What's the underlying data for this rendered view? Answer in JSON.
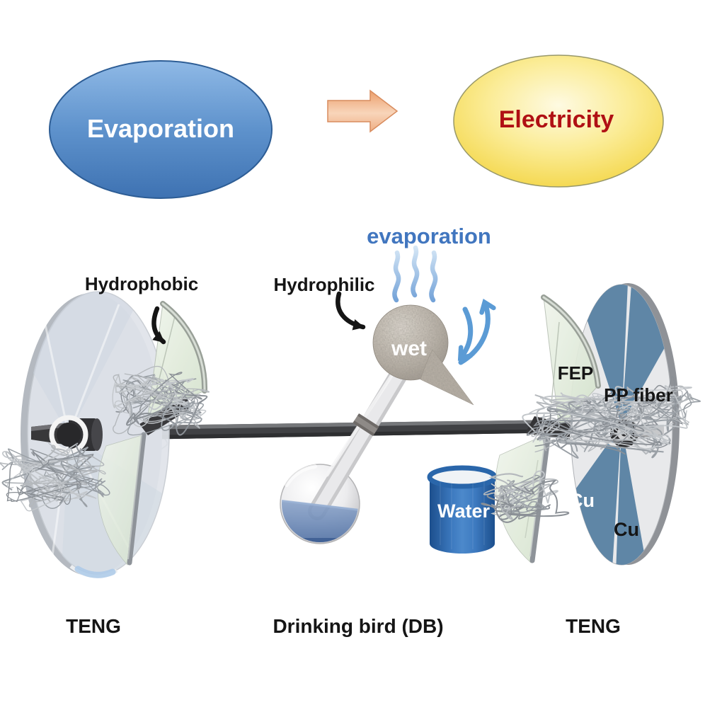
{
  "figure": {
    "flow": {
      "input": "Evaporation",
      "output": "Electricity"
    },
    "labels": {
      "evaporation": "evaporation",
      "hydrophobic": "Hydrophobic",
      "hydrophilic": "Hydrophilic",
      "wet": "wet",
      "fep": "FEP",
      "pp_fiber": "PP fiber",
      "cu_upper": "Cu",
      "cu_lower": "Cu",
      "water": "Water"
    },
    "captions": {
      "left": "TENG",
      "center": "Drinking bird (DB)",
      "right": "TENG"
    },
    "colors": {
      "evaporation_ellipse": "#5e92cc",
      "electricity_ellipse": "#f4d84f",
      "electricity_text": "#b01014",
      "flow_arrow": "#f0a878",
      "evaporation_text": "#4176bf",
      "swing_arrow": "#5b9bd5",
      "water_cylinder": "#2f6db5",
      "cu_electrode": "#5f86a6",
      "fep_film": "#dde9d5",
      "label_text": "#151515"
    }
  }
}
